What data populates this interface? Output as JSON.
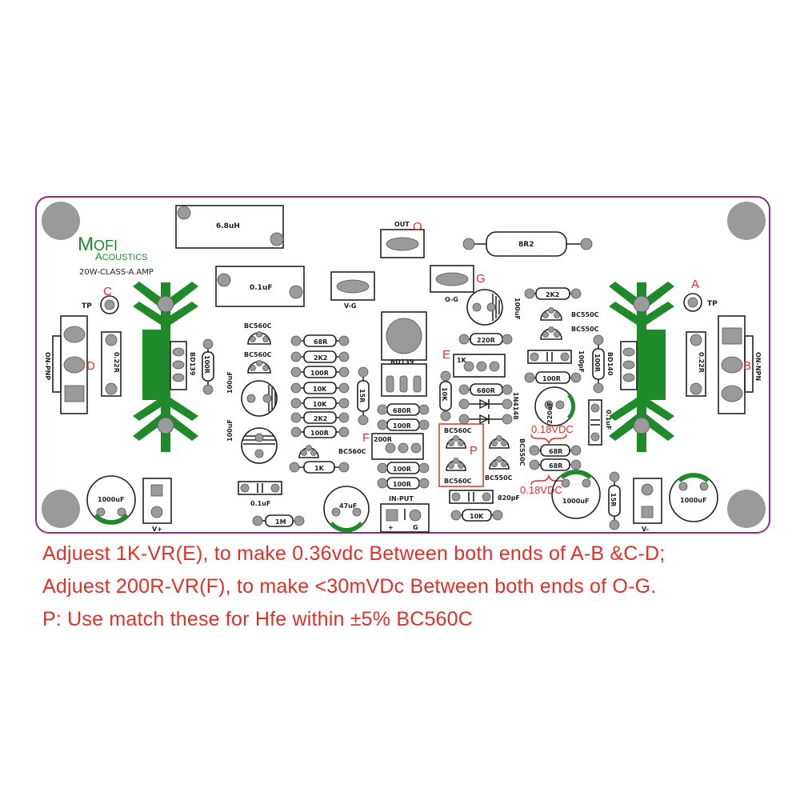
{
  "board": {
    "brand_first": "M",
    "brand_rest": "OFI",
    "brand_sub_first": "A",
    "brand_sub_rest": "COUSTICS",
    "model": "20W-CLASS-A.AMP"
  },
  "labels": {
    "inductor": "6.8uH",
    "cap_film": "0.1uF",
    "out": "OUT",
    "vg": "V-G",
    "og": "O-G",
    "r_8r2": "8R2",
    "tp_left": "TP",
    "tp_right": "TP",
    "on_pnp": "ON-PNP",
    "on_npn": "ON-NPN",
    "r_022_left": "0.22R",
    "r_022_right": "0.22R",
    "bd139_left": "BD139",
    "r_100r_left": "100R",
    "bd139_center": "BD139",
    "bd140": "BD140",
    "r_100r_right": "100R",
    "q_bc560c_top1": "BC560C",
    "q_bc560c_top2": "BC560C",
    "cap_100uf_left": "100uF",
    "cap_100uf_left2": "100uF",
    "ladder_68r": "68R",
    "ladder_2k2_a": "2K2",
    "ladder_100r_a": "100R",
    "ladder_10k_a": "10K",
    "ladder_10k_b": "10K",
    "ladder_2k2_b": "2K2",
    "ladder_100r_b": "100R",
    "q_bc560c_mid": "BC560C",
    "r_1k": "1K",
    "r_15r_mid": "15R",
    "r_680r_mid": "680R",
    "r_100r_mid1": "100R",
    "r_200r": "200R",
    "r_100r_mid2": "100R",
    "r_100r_mid3": "100R",
    "cap_01uf_small": "0.1uF",
    "r_1m": "1M",
    "cap_47uf": "47uF",
    "input": "IN-PUT",
    "input_plus": "+",
    "input_g": "G",
    "r_220r": "220R",
    "r_2k2_right": "2K2",
    "q_bc550c_1": "BC550C",
    "q_bc550c_2": "BC550C",
    "cap_100uf_right": "100uF",
    "cap_100pf": "100pF",
    "r_100r_right2": "100R",
    "vr_1k": "1K",
    "r_10k_vert": "10K",
    "r_680r_right": "680R",
    "diode": "1N4148",
    "cap_220uf": "220uF",
    "cap_01uf_vert": "0.1uF",
    "q_bc560c_p1": "BC560C",
    "q_bc560c_p2": "BC560C",
    "q_bc550c_3": "BC550C",
    "q_bc550c_4": "BC550C",
    "r_68r_1": "68R",
    "r_68r_2": "68R",
    "cap_820pf": "820pF",
    "r_10k_bottom": "10K",
    "cap_1000uf_left": "1000uF",
    "cap_1000uf_mid": "1000uF",
    "cap_1000uf_right": "1000uF",
    "r_15r_right": "15R",
    "vplus": "V+",
    "vminus": "V-"
  },
  "markers": {
    "O": "O",
    "G": "G",
    "C": "C",
    "D": "D",
    "A": "A",
    "B": "B",
    "E": "E",
    "F": "F",
    "P": "P",
    "v018_top": "0.18VDC",
    "v018_bottom": "0.18VDC"
  },
  "instructions": [
    "Adjuest 1K-VR(E), to make 0.36vdc Between both ends of A-B &C-D;",
    "Adjuest 200R-VR(F), to make <30mVDc Between both ends of O-G.",
    "P: Use match these for Hfe within ±5% BC560C"
  ],
  "colors": {
    "outline": "#8e2c8e",
    "copper": "#1f8a2a",
    "silk": "#222222",
    "pad": "#9a9a9a",
    "annotation": "#e0302a"
  }
}
